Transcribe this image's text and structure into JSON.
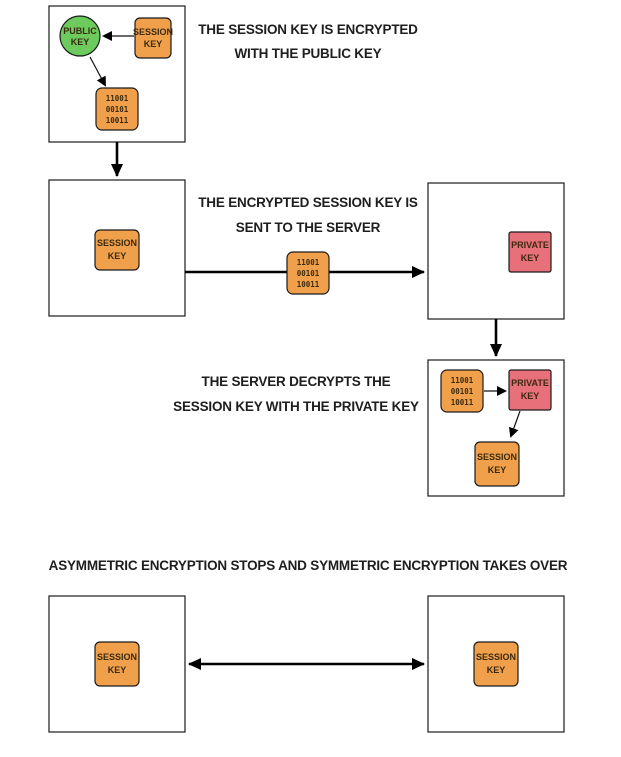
{
  "captions": {
    "step1": [
      "THE SESSION KEY IS ENCRYPTED",
      "WITH THE PUBLIC KEY"
    ],
    "step2": [
      "THE ENCRYPTED SESSION KEY IS",
      "SENT TO THE SERVER"
    ],
    "step3": [
      "THE SERVER DECRYPTS THE",
      "SESSION KEY WITH THE PRIVATE KEY"
    ],
    "step4": [
      "ASYMMETRIC ENCRYPTION STOPS AND SYMMETRIC ENCRYPTION TAKES OVER"
    ]
  },
  "tokens": {
    "public_key": [
      "PUBLIC",
      "KEY"
    ],
    "session_key": [
      "SESSION",
      "KEY"
    ],
    "private_key": [
      "PRIVATE",
      "KEY"
    ],
    "encrypted": [
      "11001",
      "00101",
      "10011"
    ]
  },
  "colors": {
    "public_key": "#6dcb5e",
    "session_key": "#f0a04a",
    "private_key": "#e8707a",
    "encrypted": "#f0a04a",
    "stroke": "#1a1a1a"
  }
}
